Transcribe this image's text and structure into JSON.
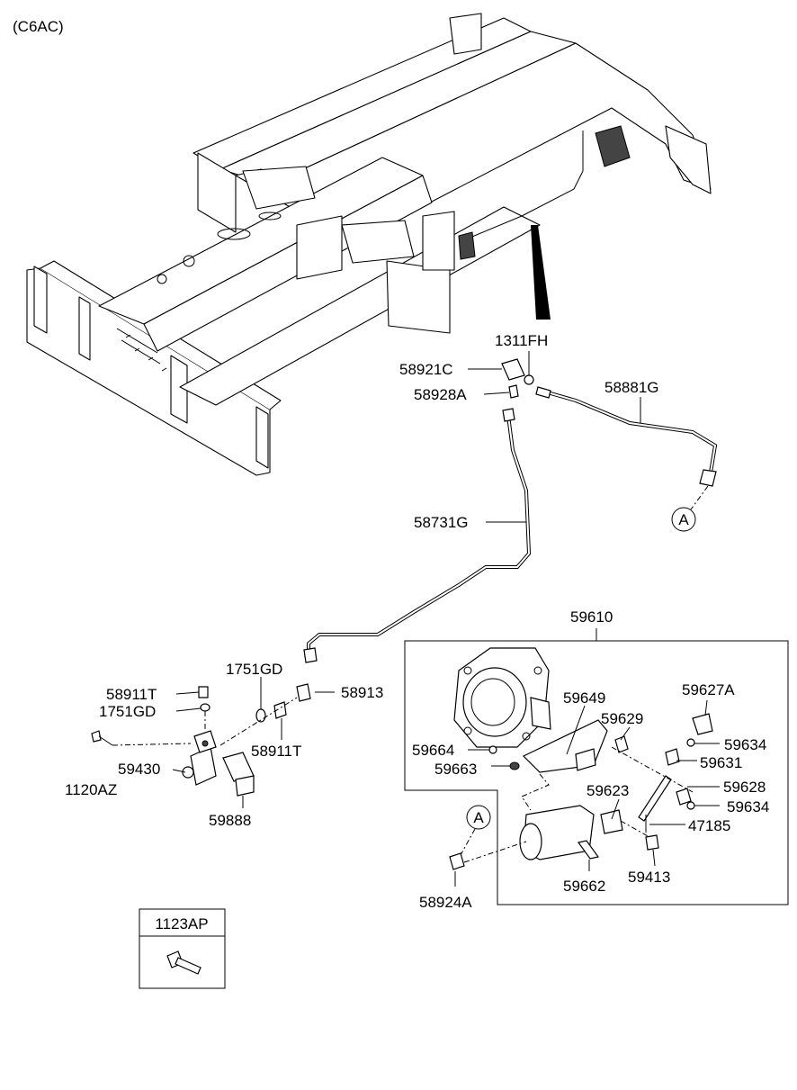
{
  "model_code": "(C6AC)",
  "ref_marker": "A",
  "labels": {
    "p1311FH": "1311FH",
    "p58921C": "58921C",
    "p58928A": "58928A",
    "p58881G": "58881G",
    "p58731G": "58731G",
    "p59610": "59610",
    "p1751GD_a": "1751GD",
    "p58913": "58913",
    "p58911T_a": "58911T",
    "p1751GD_b": "1751GD",
    "p58911T_b": "58911T",
    "p1120AZ": "1120AZ",
    "p59430": "59430",
    "p59888": "59888",
    "p59649": "59649",
    "p59627A": "59627A",
    "p59629": "59629",
    "p59664": "59664",
    "p59634_a": "59634",
    "p59663": "59663",
    "p59631": "59631",
    "p59623": "59623",
    "p59628": "59628",
    "p59634_b": "59634",
    "p47185": "47185",
    "p59662": "59662",
    "p59413": "59413",
    "p58924A": "58924A",
    "p1123AP": "1123AP"
  }
}
